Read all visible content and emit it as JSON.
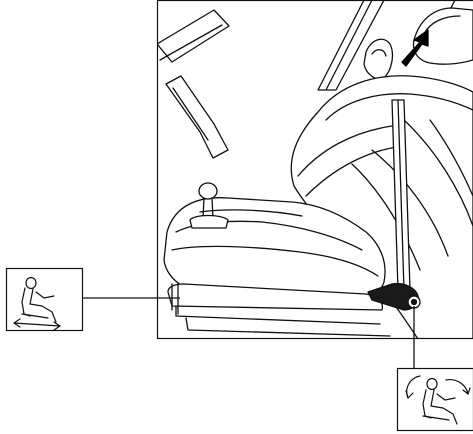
{
  "figure": {
    "subject": "car-seat-adjustment-diagram",
    "callouts": [
      {
        "id": "fore-aft-adjustment",
        "icon": "seat-slide-icon"
      },
      {
        "id": "recline-adjustment",
        "icon": "seat-recline-icon"
      }
    ],
    "colors": {
      "ink": "#111111",
      "background": "#ffffff",
      "arrow": "#000000"
    }
  }
}
